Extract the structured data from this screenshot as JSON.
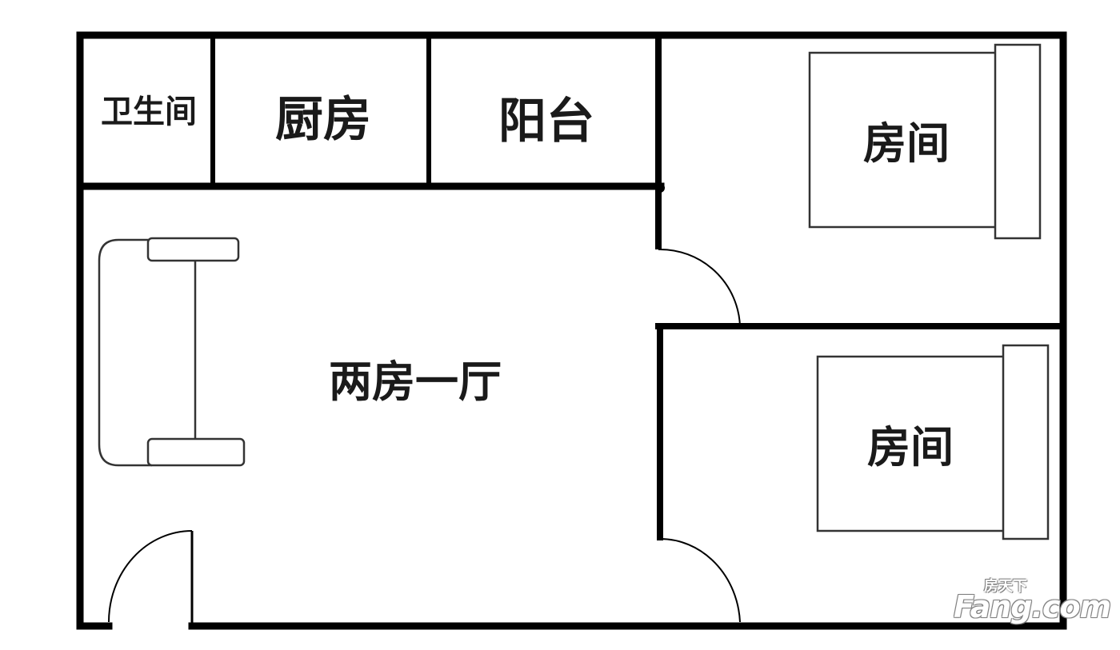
{
  "rooms": {
    "bathroom": "卫生间",
    "kitchen": "厨房",
    "balcony": "阳台",
    "bedroom_top": "房间",
    "bedroom_bottom": "房间",
    "living_room": "两房一厅"
  },
  "watermark": {
    "brand_cn": "房天下",
    "brand_en": "Fang.com"
  },
  "colors": {
    "wall": "#000000",
    "furniture": "#333333",
    "background": "#ffffff"
  }
}
